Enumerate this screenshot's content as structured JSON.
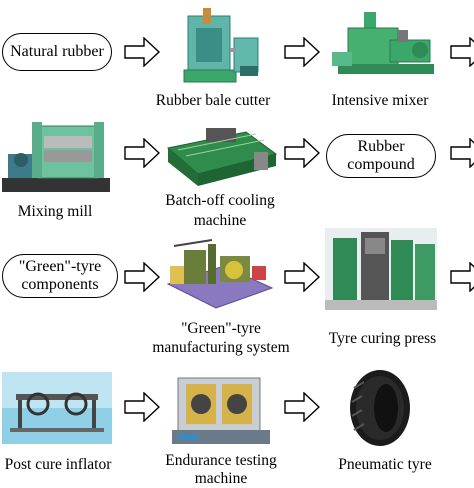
{
  "steps": {
    "natural_rubber": "Natural rubber",
    "bale_cutter": "Rubber bale cutter",
    "intensive_mixer": "Intensive mixer",
    "mixing_mill": "Mixing mill",
    "batch_off_line1": "Batch-off cooling",
    "batch_off_line2": "machine",
    "rubber_compound_line1": "Rubber",
    "rubber_compound_line2": "compound",
    "green_components_line1": "\"Green\"-tyre",
    "green_components_line2": "components",
    "green_system_line1": "\"Green\"-tyre",
    "green_system_line2": "manufacturing system",
    "curing_press": "Tyre curing press",
    "post_cure": "Post cure inflator",
    "endurance_line1": "Endurance testing",
    "endurance_line2": "machine",
    "pneumatic_tyre": "Pneumatic tyre"
  },
  "icons": [
    "right-arrow-icon"
  ],
  "colors": {
    "machine_green": "#3aa86b",
    "machine_teal": "#5fb5a8",
    "water_blue": "#9fd6ea"
  }
}
